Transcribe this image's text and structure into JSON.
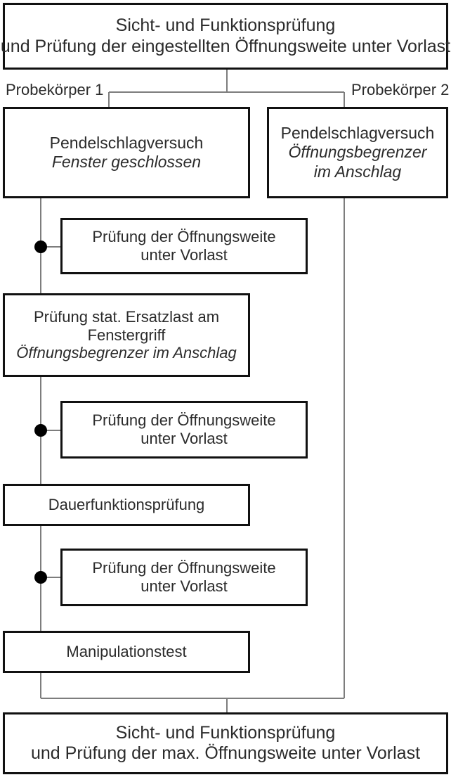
{
  "diagram": {
    "title_top": "Sicht- und Funktionsprüfung",
    "nodes": {
      "top": {
        "line1": "Sicht- und Funktionsprüfung",
        "line2": "und Prüfung der eingestellten Öffnungsweite unter Vorlast"
      },
      "specimen1_label": "Probekörper 1",
      "specimen2_label": "Probekörper 2",
      "pendulum_left": {
        "line1": "Pendelschlagversuch",
        "line2": "Fenster geschlossen"
      },
      "pendulum_right": {
        "line1": "Pendelschlagversuch",
        "line2": "Öffnungsbegrenzer",
        "line3": "im Anschlag"
      },
      "check1": {
        "line1": "Prüfung der Öffnungsweite",
        "line2": "unter Vorlast"
      },
      "static_load": {
        "line1": "Prüfung stat. Ersatzlast am",
        "line2": "Fenstergriff",
        "line3": "Öffnungsbegrenzer im Anschlag"
      },
      "check2": {
        "line1": "Prüfung der Öffnungsweite",
        "line2": "unter Vorlast"
      },
      "endurance": {
        "line1": "Dauerfunktionsprüfung"
      },
      "check3": {
        "line1": "Prüfung der Öffnungsweite",
        "line2": "unter Vorlast"
      },
      "manipulation": {
        "line1": "Manipulationstest"
      },
      "bottom": {
        "line1": "Sicht- und Funktionsprüfung",
        "line2": "und Prüfung der max. Öffnungsweite unter Vorlast"
      }
    },
    "colors": {
      "box_border": "#111111",
      "connector_thin": "#7d7d7d",
      "text": "#2b2b2b",
      "bullet": "#000000",
      "background": "#ffffff"
    }
  }
}
